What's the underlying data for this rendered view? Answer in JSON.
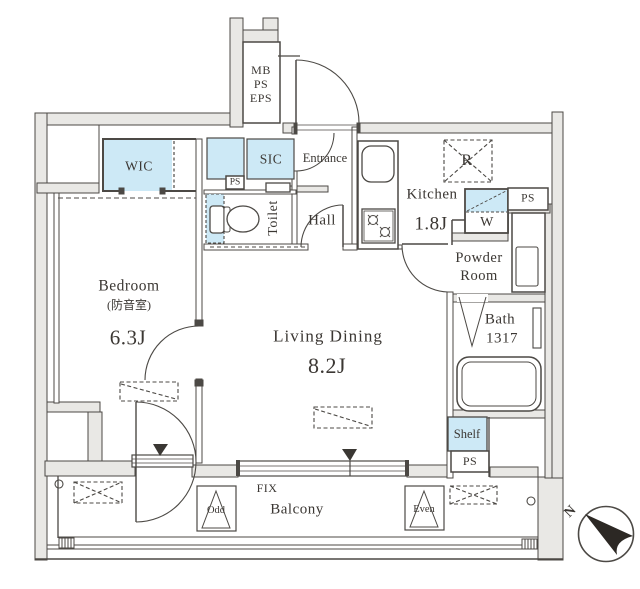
{
  "floorplan": {
    "shaft": {
      "mb": "MB",
      "ps": "PS",
      "eps": "EPS"
    },
    "wic": "WIC",
    "sic": "SIC",
    "entrance": "Entrance",
    "hall": "Hall",
    "toilet": "Toilet",
    "kitchen": {
      "name": "Kitchen",
      "area": "1.8J"
    },
    "fridge": "R",
    "washer": "W",
    "ps_sic": "PS",
    "ps_kitchen": "PS",
    "ps_shelf": "PS",
    "powder": {
      "line1": "Powder",
      "line2": "Room"
    },
    "bath": {
      "name": "Bath",
      "size": "1317"
    },
    "shelf": "Shelf",
    "bedroom": {
      "name": "Bedroom",
      "note": "(防音室)",
      "area": "6.3J"
    },
    "living": {
      "name": "Living Dining",
      "area": "8.2J"
    },
    "balcony": {
      "name": "Balcony",
      "fix": "FIX",
      "hatch_odd": "Odd",
      "hatch_even": "Even"
    },
    "compass": {
      "north": "N"
    }
  },
  "colors": {
    "closet_blue": "#cde9f6",
    "wall_gray": "#e9e8e5",
    "line": "#4c4945"
  }
}
